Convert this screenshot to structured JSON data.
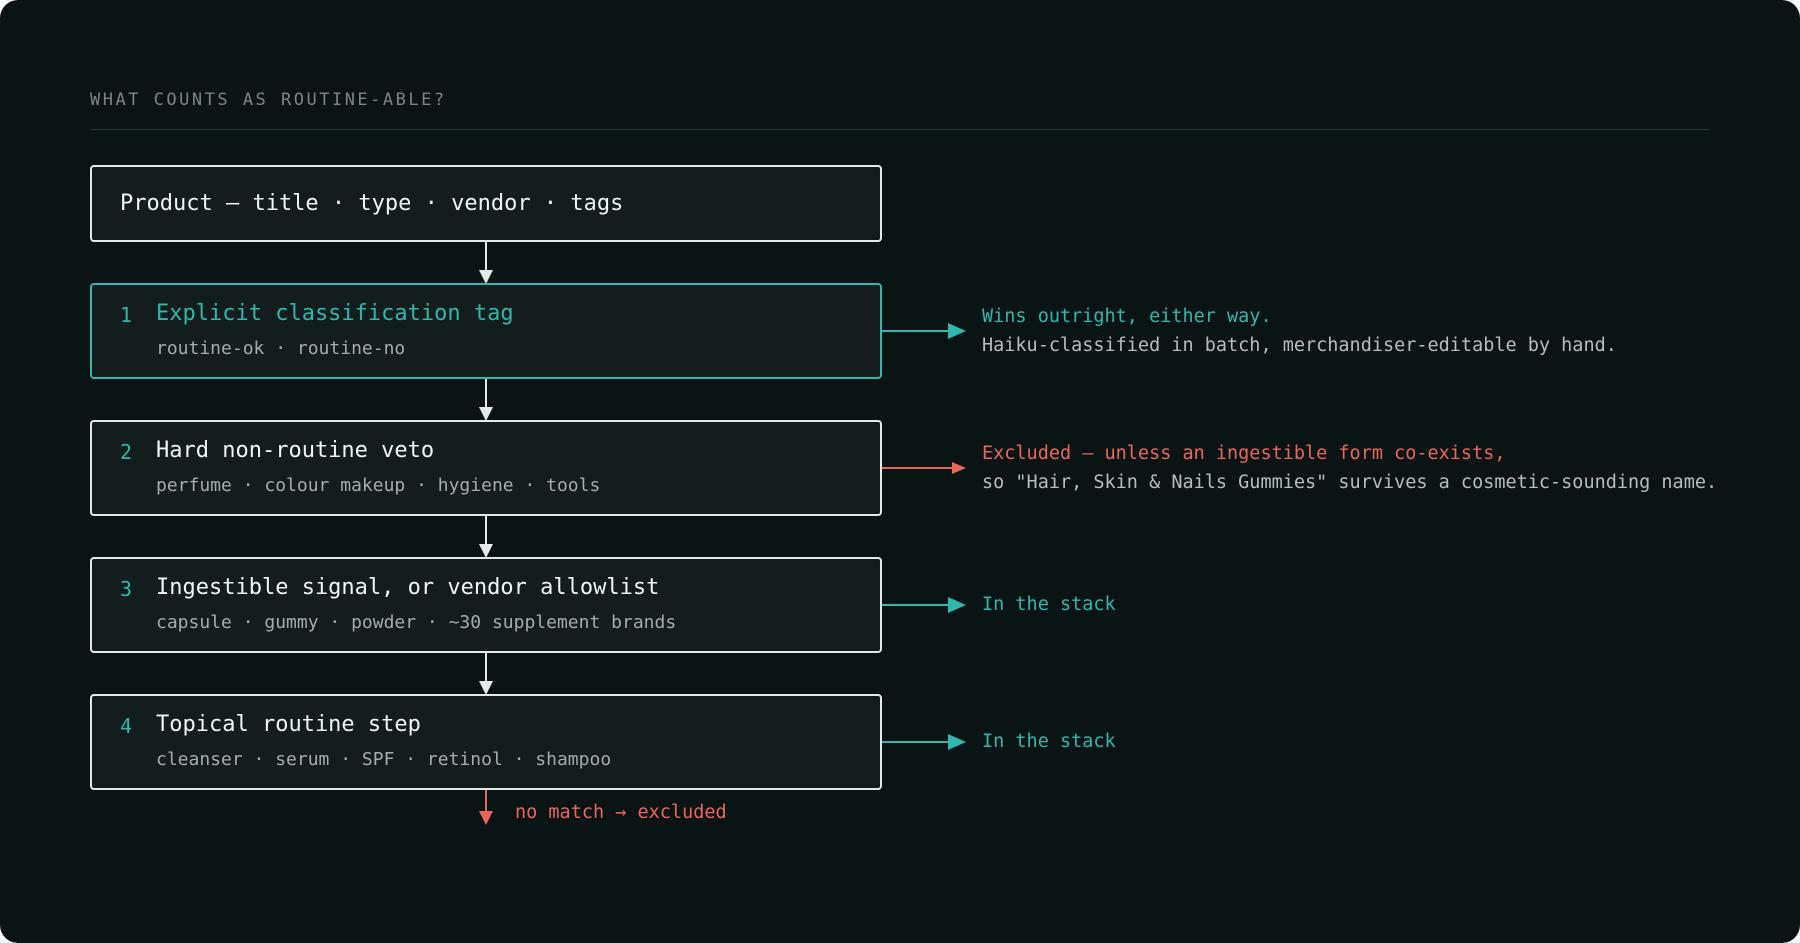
{
  "heading": "WHAT COUNTS AS ROUTINE-ABLE?",
  "product": {
    "label": "Product — title · type · vendor · tags"
  },
  "steps": [
    {
      "number": "1",
      "title": "Explicit classification tag",
      "subtitle": "routine-ok · routine-no",
      "outcome_primary": "Wins outright, either way.",
      "outcome_secondary": "Haiku-classified in batch, merchandiser-editable by hand."
    },
    {
      "number": "2",
      "title": "Hard non-routine veto",
      "subtitle": "perfume · colour makeup · hygiene · tools",
      "outcome_primary": "Excluded — unless an ingestible form co-exists,",
      "outcome_secondary": "so \"Hair, Skin & Nails Gummies\" survives a cosmetic-sounding name."
    },
    {
      "number": "3",
      "title": "Ingestible signal, or vendor allowlist",
      "subtitle": "capsule · gummy · powder · ~30 supplement brands",
      "outcome_primary": "In the stack"
    },
    {
      "number": "4",
      "title": "Topical routine step",
      "subtitle": "cleanser · serum · SPF · retinol · shampoo",
      "outcome_primary": "In the stack"
    }
  ],
  "no_match": "no match → excluded",
  "colors": {
    "background": "#0b1414",
    "accent": "#2fb7ac",
    "exclude": "#e8675a",
    "border": "#e4eaea"
  }
}
